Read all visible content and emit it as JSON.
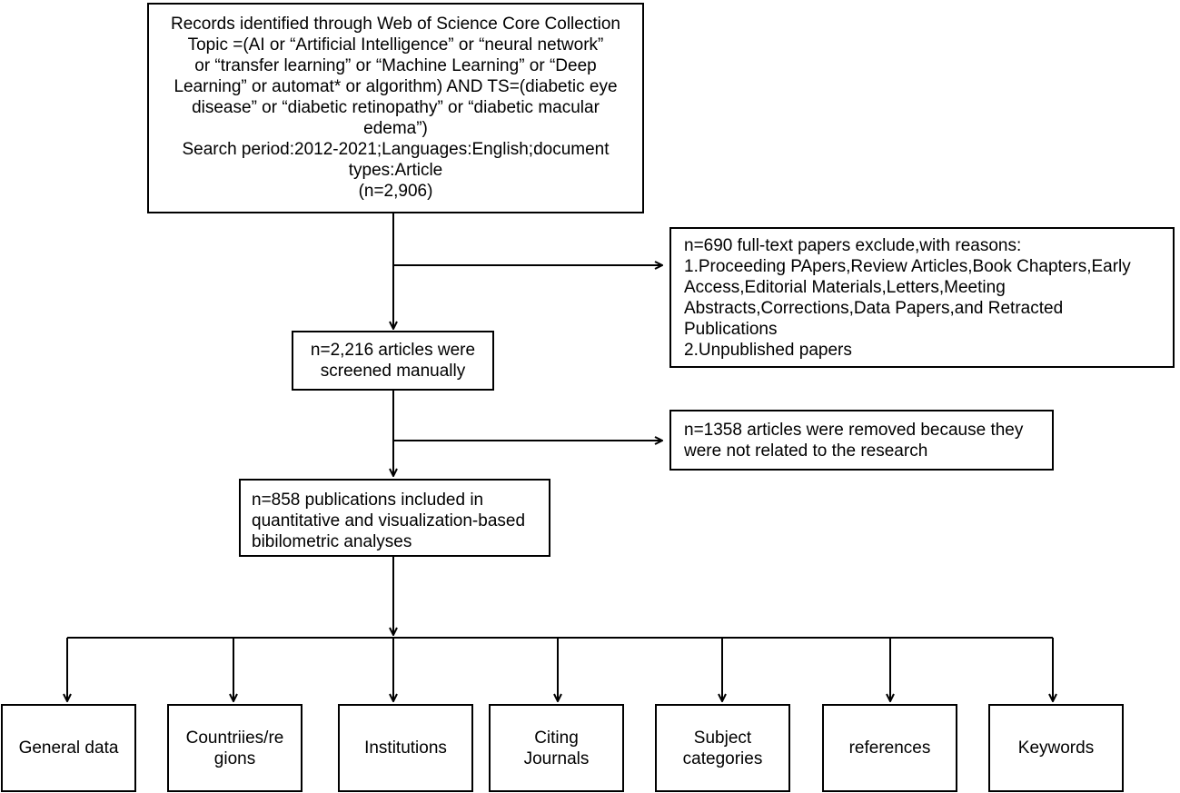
{
  "identification": {
    "lines": [
      "Records identified through Web of Science Core Collection",
      "Topic =(AI or “Artificial Intelligence” or “neural network”",
      "or “transfer learning” or “Machine Learning” or “Deep",
      "Learning” or automat* or algorithm) AND TS=(diabetic eye",
      "disease” or “diabetic retinopathy” or “diabetic macular",
      "edema”)",
      "Search period:2012-2021;Languages:English;document",
      "types:Article",
      "(n=2,906)"
    ]
  },
  "exclusion1": {
    "lines": [
      "n=690 full-text papers exclude,with reasons:",
      "1.Proceeding PApers,Review Articles,Book Chapters,Early",
      "Access,Editorial Materials,Letters,Meeting",
      "Abstracts,Corrections,Data Papers,and Retracted",
      "Publications",
      "2.Unpublished papers"
    ]
  },
  "screened": {
    "lines": [
      "n=2,216 articles were",
      "screened manually"
    ]
  },
  "exclusion2": {
    "lines": [
      "n=1358 articles were removed because they",
      "were not related to the research"
    ]
  },
  "included": {
    "lines": [
      "n=858 publications included in",
      "quantitative and visualization-based",
      "bibilometric analyses"
    ]
  },
  "categories": [
    {
      "lines": [
        "General data"
      ]
    },
    {
      "lines": [
        "Countriies/re",
        "gions"
      ]
    },
    {
      "lines": [
        "Institutions"
      ]
    },
    {
      "lines": [
        "Citing",
        "Journals"
      ]
    },
    {
      "lines": [
        "Subject",
        "categories"
      ]
    },
    {
      "lines": [
        "references"
      ]
    },
    {
      "lines": [
        "Keywords"
      ]
    }
  ]
}
